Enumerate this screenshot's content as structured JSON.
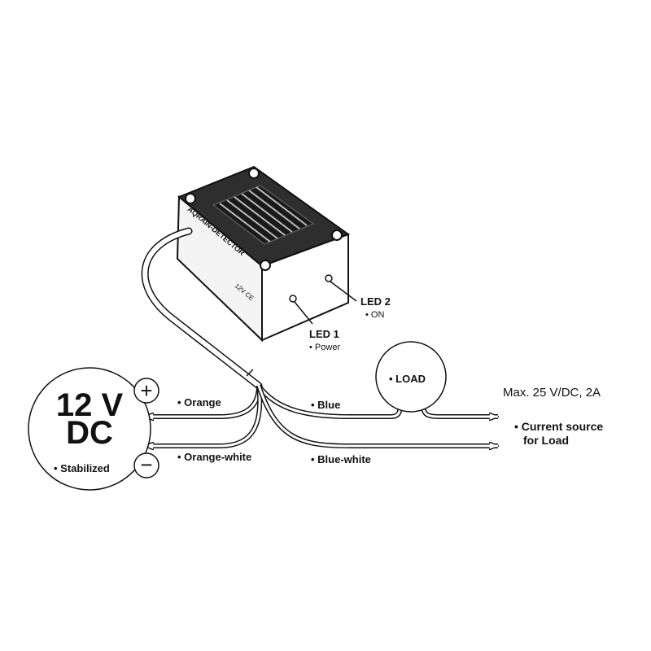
{
  "power_supply": {
    "voltage_line1": "12 V",
    "voltage_line2": "DC",
    "stabilized_label": "Stabilized",
    "plus_symbol": "+",
    "minus_symbol": "−"
  },
  "wires": {
    "orange": "Orange",
    "orange_white": "Orange-white",
    "blue": "Blue",
    "blue_white": "Blue-white"
  },
  "device": {
    "name_text": "AQRAIN-DETECTOR",
    "side_text": "12V CE"
  },
  "leds": {
    "led1_title": "LED 1",
    "led1_desc": "Power",
    "led2_title": "LED 2",
    "led2_desc": "ON"
  },
  "load": {
    "label": "LOAD",
    "rating": "Max. 25 V/DC, 2A",
    "current_source_line1": "Current source",
    "current_source_line2": "for Load"
  },
  "colors": {
    "line": "#111111",
    "background": "#ffffff",
    "device_fill": "#2b2b2b"
  }
}
